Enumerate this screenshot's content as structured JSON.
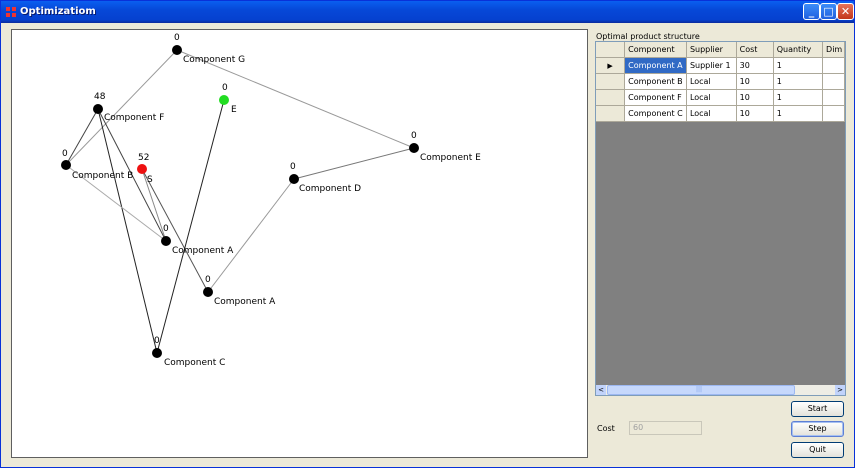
{
  "window": {
    "title": "Optimizatiom"
  },
  "titlebar_buttons": {
    "minimize": "_",
    "maximize": "□",
    "close": "✕"
  },
  "graph": {
    "nodes": [
      {
        "id": "G",
        "label": "Component G",
        "value": "0",
        "color": "#000000"
      },
      {
        "id": "E",
        "label": "E",
        "value": "0",
        "color": "#22dd22"
      },
      {
        "id": "F",
        "label": "Component F",
        "value": "48",
        "color": "#000000"
      },
      {
        "id": "B",
        "label": "Component B",
        "value": "0",
        "color": "#000000"
      },
      {
        "id": "S",
        "label": "S",
        "value": "52",
        "color": "#ee1111"
      },
      {
        "id": "CE",
        "label": "Component E",
        "value": "0",
        "color": "#000000"
      },
      {
        "id": "D",
        "label": "Component D",
        "value": "0",
        "color": "#000000"
      },
      {
        "id": "A1",
        "label": "Component A",
        "value": "0",
        "color": "#000000"
      },
      {
        "id": "A2",
        "label": "Component A",
        "value": "0",
        "color": "#000000"
      },
      {
        "id": "C",
        "label": "Component C",
        "value": "0",
        "color": "#000000"
      }
    ]
  },
  "table": {
    "title": "Optimal product structure",
    "columns": [
      "Component",
      "Supplier",
      "Cost",
      "Quantity",
      "Dim"
    ],
    "rows": [
      [
        "Component A",
        "Supplier 1",
        "30",
        "1",
        ""
      ],
      [
        "Component B",
        "Local",
        "10",
        "1",
        ""
      ],
      [
        "Component F",
        "Local",
        "10",
        "1",
        ""
      ],
      [
        "Component C",
        "Local",
        "10",
        "1",
        ""
      ]
    ],
    "selected_row_marker": "▶",
    "scroll_left": "<",
    "scroll_right": ">",
    "scroll_grip": "|||"
  },
  "controls": {
    "start": "Start",
    "step": "Step",
    "quit": "Quit",
    "cost_label": "Cost",
    "cost_value": "60"
  }
}
